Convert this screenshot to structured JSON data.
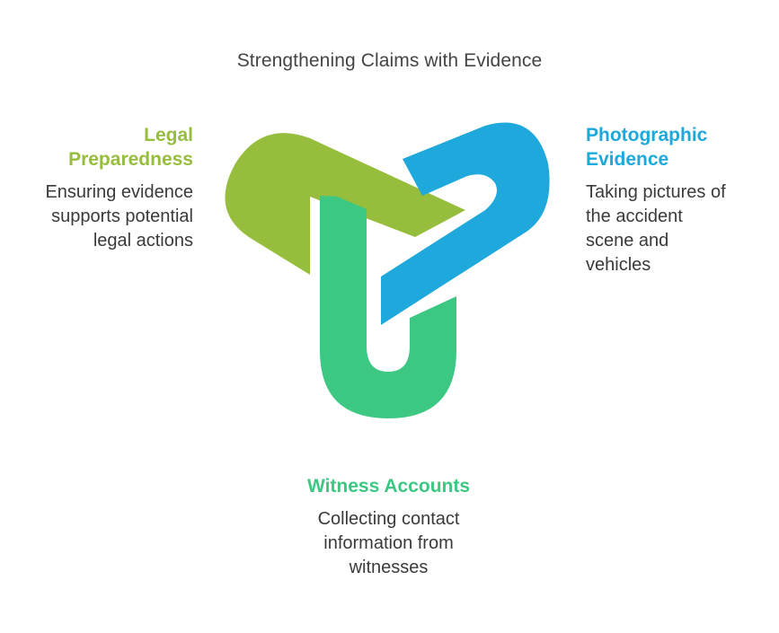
{
  "diagram": {
    "title": "Strengthening Claims with Evidence",
    "colors": {
      "green": "#96BE3C",
      "blue": "#1EA8DC",
      "teal": "#3CC882"
    },
    "items": [
      {
        "heading": "Legal\nPreparedness",
        "description": "Ensuring evidence\nsupports potential\nlegal actions",
        "color": "#96BE3C"
      },
      {
        "heading": "Photographic\nEvidence",
        "description": "Taking pictures of\nthe accident\nscene and\nvehicles",
        "color": "#1EA8DC"
      },
      {
        "heading": "Witness Accounts",
        "description": "Collecting contact\ninformation from\nwitnesses",
        "color": "#3CC882"
      }
    ]
  }
}
